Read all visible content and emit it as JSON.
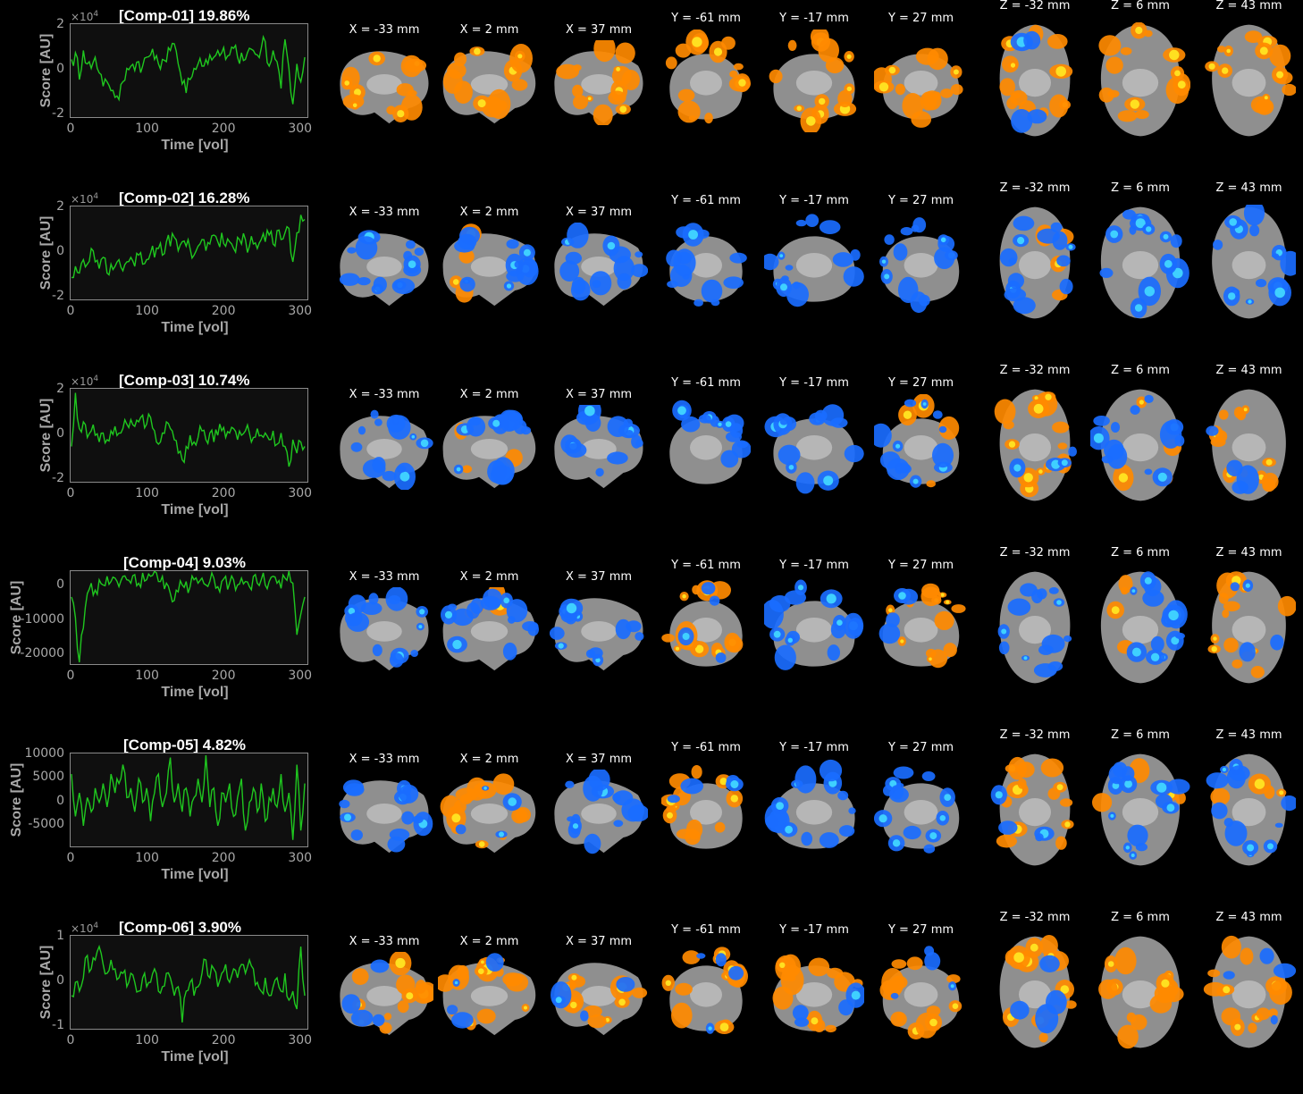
{
  "x_axis": {
    "label": "Time [vol]",
    "ticks": [
      "0",
      "100",
      "200",
      "300"
    ]
  },
  "slice_labels": [
    "X = -33 mm",
    "X = 2 mm",
    "X = 37 mm",
    "Y = -61 mm",
    "Y = -17 mm",
    "Y = 27 mm",
    "Z = -32 mm",
    "Z = 6 mm",
    "Z = 43 mm"
  ],
  "colors": {
    "trace": "#1fc71f",
    "positive": "#ff8a00",
    "positive_peak": "#ffe020",
    "negative": "#1a6cff",
    "negative_peak": "#3fd0ff",
    "brain": "#8f8f8f"
  },
  "components": [
    {
      "title": "[Comp-01] 19.86%",
      "multiplier": "×10",
      "exponent": "4",
      "ylabel": "Score [AU]",
      "yticks": [
        "2",
        "0",
        "-2"
      ],
      "ylim": [
        -2,
        2
      ],
      "trace": [
        0.5,
        0.8,
        -0.4,
        0.9,
        0.3,
        0.1,
        0.6,
        -0.1,
        -0.7,
        -0.5,
        -0.9,
        -1.2,
        -1.3,
        -0.5,
        0.1,
        0.2,
        0.0,
        0.4,
        0.2,
        0.6,
        0.7,
        0.5,
        0.3,
        0.5,
        0.4,
        0.9,
        1.2,
        0.3,
        -0.6,
        -1.0,
        -0.4,
        0.1,
        0.3,
        0.2,
        0.5,
        0.7,
        0.6,
        0.9,
        0.8,
        0.5,
        0.7,
        1.0,
        0.6,
        0.8,
        0.5,
        1.0,
        0.9,
        0.7,
        1.0,
        1.3,
        0.2,
        0.9,
        0.4,
        -0.8,
        1.4,
        0.1,
        -1.5,
        0.3,
        -0.5,
        0.6
      ]
    },
    {
      "title": "[Comp-02] 16.28%",
      "multiplier": "×10",
      "exponent": "4",
      "ylabel": "Score [AU]",
      "yticks": [
        "2",
        "0",
        "-2"
      ],
      "ylim": [
        -2,
        2
      ],
      "trace": [
        -1.1,
        -0.6,
        -0.9,
        -0.3,
        -0.5,
        0.2,
        -0.4,
        -0.7,
        -0.2,
        -0.9,
        -0.5,
        -0.6,
        -0.3,
        -0.8,
        -0.4,
        -0.2,
        -0.6,
        -0.1,
        -0.5,
        -0.3,
        0.0,
        -0.2,
        0.2,
        -0.1,
        0.5,
        0.3,
        0.7,
        0.1,
        0.5,
        0.3,
        0.2,
        -0.1,
        0.3,
        0.6,
        0.1,
        0.4,
        0.8,
        0.5,
        0.9,
        0.3,
        0.5,
        0.2,
        0.7,
        0.4,
        0.6,
        0.3,
        0.4,
        0.2,
        0.6,
        0.5,
        0.8,
        0.4,
        1.0,
        0.6,
        0.9,
        1.1,
        -0.4,
        0.9,
        1.7,
        1.5
      ]
    },
    {
      "title": "[Comp-03] 10.74%",
      "multiplier": "×10",
      "exponent": "4",
      "ylabel": "Score [AU]",
      "yticks": [
        "2",
        "0",
        "-2"
      ],
      "ylim": [
        -2,
        2
      ],
      "trace": [
        -0.5,
        1.9,
        0.3,
        0.6,
        -0.1,
        0.2,
        0.0,
        -0.3,
        0.1,
        -0.2,
        0.2,
        0.4,
        0.1,
        0.3,
        0.5,
        0.7,
        0.4,
        0.6,
        0.9,
        0.5,
        0.8,
        0.2,
        -0.4,
        0.1,
        0.6,
        0.3,
        -0.2,
        -0.8,
        -1.1,
        -0.5,
        0.0,
        -0.3,
        -0.1,
        0.2,
        -0.2,
        0.1,
        -0.3,
        0.0,
        0.2,
        -0.1,
        0.1,
        0.3,
        -0.2,
        0.0,
        0.2,
        0.1,
        -0.1,
        0.3,
        0.0,
        0.1,
        -0.2,
        0.2,
        -0.4,
        0.1,
        -0.5,
        -1.4,
        -0.2,
        -0.8,
        -0.3,
        -0.5
      ]
    },
    {
      "title": "[Comp-04] 9.03%",
      "multiplier": "",
      "exponent": "",
      "ylabel": "Score [AU]",
      "yticks": [
        "0",
        "-10000",
        "-20000"
      ],
      "ylim": [
        -22000,
        4000
      ],
      "trace": [
        -3000,
        -9000,
        -22000,
        -12000,
        -2000,
        1000,
        -1000,
        2000,
        500,
        3000,
        1500,
        2500,
        0,
        3000,
        2000,
        1000,
        3500,
        1000,
        4000,
        2000,
        3000,
        4500,
        1500,
        3000,
        1000,
        -2000,
        -4000,
        -1500,
        500,
        1500,
        0,
        2000,
        1000,
        2500,
        500,
        1500,
        2500,
        0,
        1500,
        3000,
        1000,
        2000,
        500,
        2500,
        1500,
        0,
        3000,
        1000,
        2000,
        500,
        1500,
        3000,
        1000,
        -500,
        2500,
        4500,
        1000,
        -14000,
        -8000,
        -3000
      ]
    },
    {
      "title": "[Comp-05] 4.82%",
      "multiplier": "",
      "exponent": "",
      "ylabel": "Score [AU]",
      "yticks": [
        "10000",
        "5000",
        "0",
        "-5000"
      ],
      "ylim": [
        -9000,
        10000
      ],
      "trace": [
        6000,
        -3000,
        2000,
        -5000,
        1000,
        -2000,
        3000,
        0,
        4000,
        -1000,
        6000,
        2000,
        4000,
        8000,
        1000,
        3000,
        -2000,
        5000,
        0,
        3000,
        -4000,
        2000,
        6000,
        -1000,
        2000,
        9500,
        0,
        4000,
        -2000,
        3000,
        -3000,
        1000,
        5000,
        0,
        10000,
        -1000,
        3000,
        -5000,
        2000,
        0,
        4000,
        -3000,
        1000,
        5000,
        -6000,
        0,
        3000,
        -2000,
        4000,
        -4000,
        1000,
        3000,
        -1000,
        6000,
        -2000,
        2000,
        -8000,
        8000,
        -6000,
        4000
      ]
    },
    {
      "title": "[Comp-06] 3.90%",
      "multiplier": "×10",
      "exponent": "4",
      "ylabel": "Score [AU]",
      "yticks": [
        "1",
        "0",
        "-1"
      ],
      "ylim": [
        -1,
        1
      ],
      "trace": [
        -0.3,
        0.0,
        -0.2,
        0.1,
        0.6,
        0.3,
        0.5,
        0.8,
        0.4,
        0.2,
        0.5,
        0.3,
        0.1,
        0.2,
        -0.1,
        0.2,
        0.0,
        -0.2,
        0.1,
        -0.1,
        0.0,
        0.3,
        -0.2,
        -0.1,
        0.2,
        0.1,
        -0.3,
        -0.1,
        -0.9,
        -0.2,
        0.0,
        -0.3,
        -0.1,
        0.2,
        0.5,
        0.1,
        0.3,
        -0.1,
        0.2,
        0.4,
        0.0,
        0.3,
        0.1,
        0.4,
        0.2,
        0.5,
        0.3,
        0.0,
        -0.2,
        0.1,
        -0.3,
        -0.1,
        0.1,
        -0.2,
        0.2,
        -0.4,
        -0.2,
        -0.6,
        0.8,
        -0.3
      ]
    }
  ],
  "activation_maps": [
    [
      "p",
      "pm",
      "p",
      "p",
      "p",
      "p",
      "pN",
      "p",
      "p"
    ],
    [
      "n",
      "nP",
      "n",
      "n",
      "n",
      "n",
      "nP",
      "n",
      "n"
    ],
    [
      "n",
      "nP",
      "n",
      "n",
      "n",
      "nP",
      "pn",
      "nP",
      "pn"
    ],
    [
      "n",
      "nP",
      "n",
      "pn",
      "n",
      "pn",
      "n",
      "nP",
      "pn"
    ],
    [
      "n",
      "pn",
      "n",
      "pn",
      "n",
      "n",
      "pn",
      "nP",
      "nP"
    ],
    [
      "pn",
      "pn",
      "pn",
      "pn",
      "pn",
      "pn",
      "pn",
      "p",
      "pn"
    ]
  ]
}
